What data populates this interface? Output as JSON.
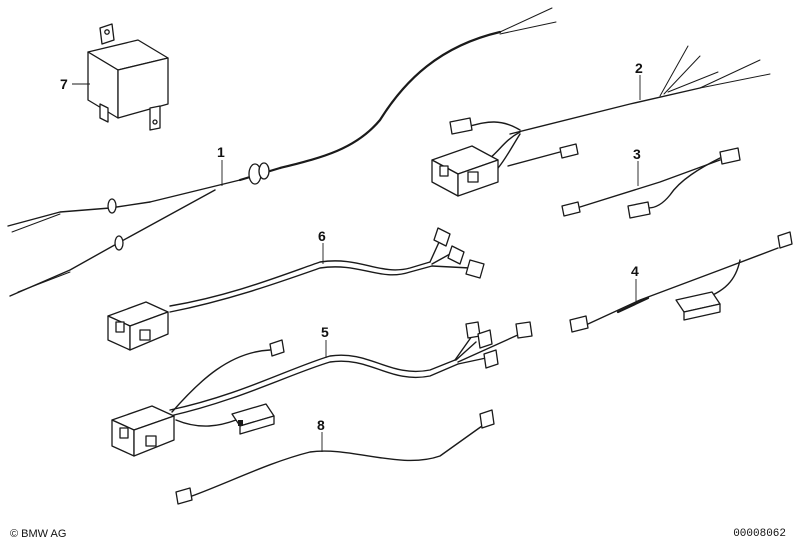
{
  "callouts": {
    "part_1": "1",
    "part_2": "2",
    "part_3": "3",
    "part_4": "4",
    "part_5": "5",
    "part_6": "6",
    "part_7": "7",
    "part_8": "8"
  },
  "footer": {
    "copyright": "© BMW AG",
    "image_id": "00008062"
  }
}
